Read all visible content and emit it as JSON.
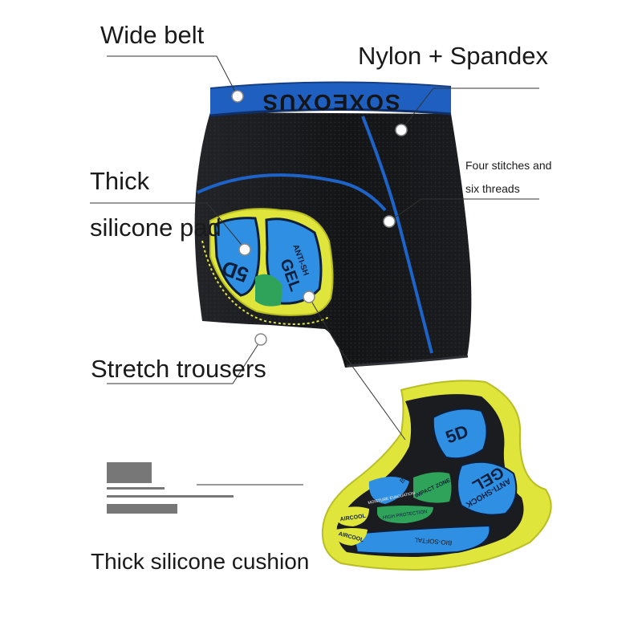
{
  "labels": {
    "wide_belt": "Wide belt",
    "nylon_spandex": "Nylon + Spandex",
    "thick": "Thick",
    "silicone_pad": "silicone pad",
    "stretch_trousers": "Stretch trousers",
    "thick_silicone_cushion": "Thick silicone cushion",
    "four_stitches": "Four stitches and",
    "six_threads": "six threads"
  },
  "waistband": {
    "brand_text": "SOXEOXUS"
  },
  "pad_small": {
    "badge": "5D",
    "gel_text": "GEL",
    "anti_shock": "ANTI-SH"
  },
  "pad_large": {
    "badge": "5D",
    "gel_text": "GEL",
    "anti_shock": "ANTI-SHOCK",
    "bio_softal_top": "BIO-SOFTAL",
    "bio_softal_bottom": "BIO-SOFTAL",
    "impact_zone": "IMPACT ZONE",
    "moisture": "MOISTURE EVACUATION",
    "high_protection": "HIGH PROTECTION",
    "aircool_1": "AIRCOOL",
    "aircool_2": "AIRCOOL"
  },
  "colors": {
    "fabric": "#17181b",
    "accent_blue": "#1e63c7",
    "pad_yellow": "#dfe53a",
    "pad_blue": "#2f8fe3",
    "pad_green": "#2fa35a",
    "leader_line": "#333333"
  }
}
